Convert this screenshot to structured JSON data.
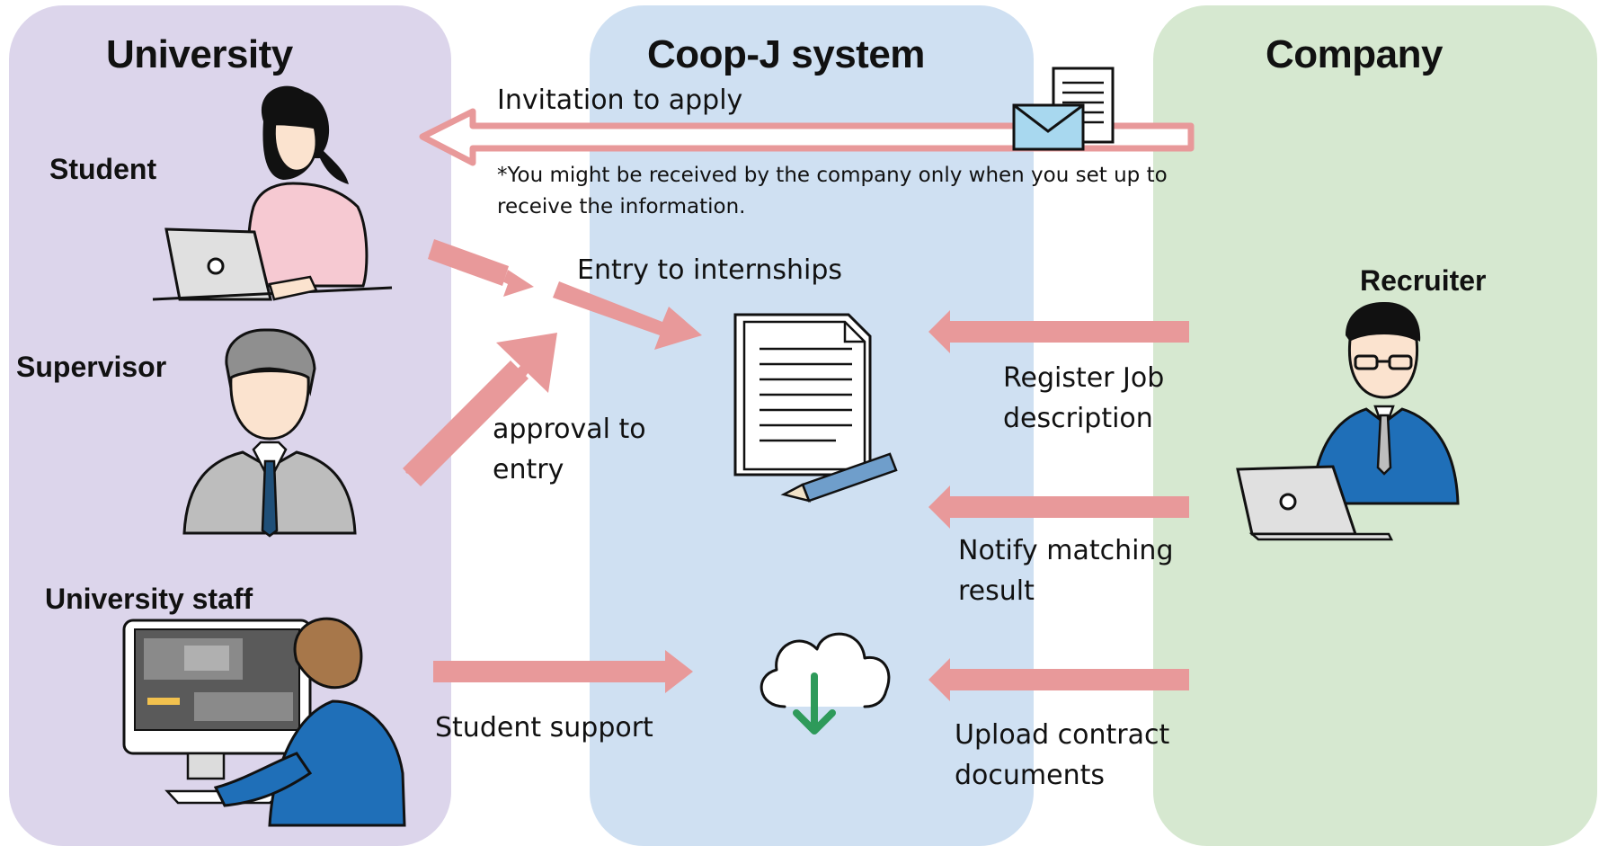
{
  "columns": {
    "university": "University",
    "coop": "Coop-J system",
    "company": "Company"
  },
  "roles": {
    "student": "Student",
    "supervisor": "Supervisor",
    "university_staff": "University staff",
    "recruiter": "Recruiter"
  },
  "flows": {
    "invitation": "Invitation to apply",
    "invitation_note": "*You might be received by the company only when you set up to receive the information.",
    "entry": "Entry to internships",
    "approval": "approval to entry",
    "register": "Register Job description",
    "notify": "Notify matching result",
    "support": "Student support",
    "upload": "Upload contract documents"
  },
  "icons": {
    "student": "student-laptop-icon",
    "supervisor": "supervisor-icon",
    "staff": "staff-computer-icon",
    "recruiter": "recruiter-laptop-icon",
    "envelope": "envelope-document-icon",
    "document": "document-pencil-icon",
    "cloud": "cloud-download-icon"
  },
  "colors": {
    "university_panel": "#dcd5eb",
    "coop_panel": "#cfe0f2",
    "company_panel": "#d6e8d0",
    "arrow": "#e8999a",
    "download_arrow": "#2e9a5a"
  }
}
